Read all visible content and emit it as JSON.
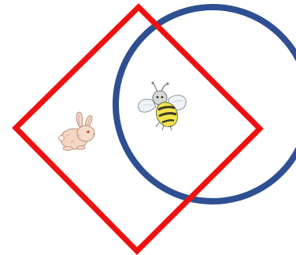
{
  "diagram": {
    "shapes": [
      {
        "kind": "circle",
        "color": "#2E4F91"
      },
      {
        "kind": "diamond",
        "color": "#F01010"
      }
    ],
    "items": [
      {
        "name": "rabbit",
        "icon": "rabbit-icon"
      },
      {
        "name": "bee",
        "icon": "bee-icon"
      }
    ]
  }
}
